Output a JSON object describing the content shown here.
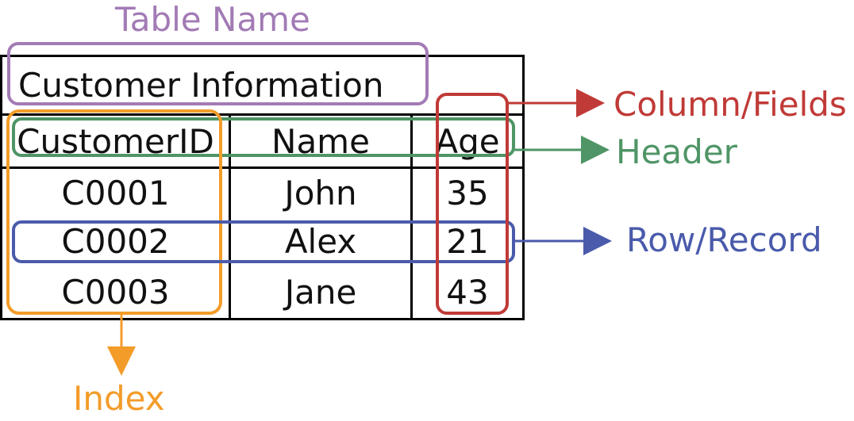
{
  "labels": {
    "table_name": "Table Name",
    "column_fields": "Column/Fields",
    "header": "Header",
    "row_record": "Row/Record",
    "index": "Index"
  },
  "table": {
    "title": "Customer Information",
    "columns": [
      "CustomerID",
      "Name",
      "Age"
    ],
    "rows": [
      [
        "C0001",
        "John",
        "35"
      ],
      [
        "C0002",
        "Alex",
        "21"
      ],
      [
        "C0003",
        "Jane",
        "43"
      ]
    ]
  },
  "colors": {
    "table_name": "#a27bb5",
    "column_fields": "#c03a37",
    "header": "#4f9566",
    "row_record": "#4a5bab",
    "index": "#f39c2a"
  }
}
